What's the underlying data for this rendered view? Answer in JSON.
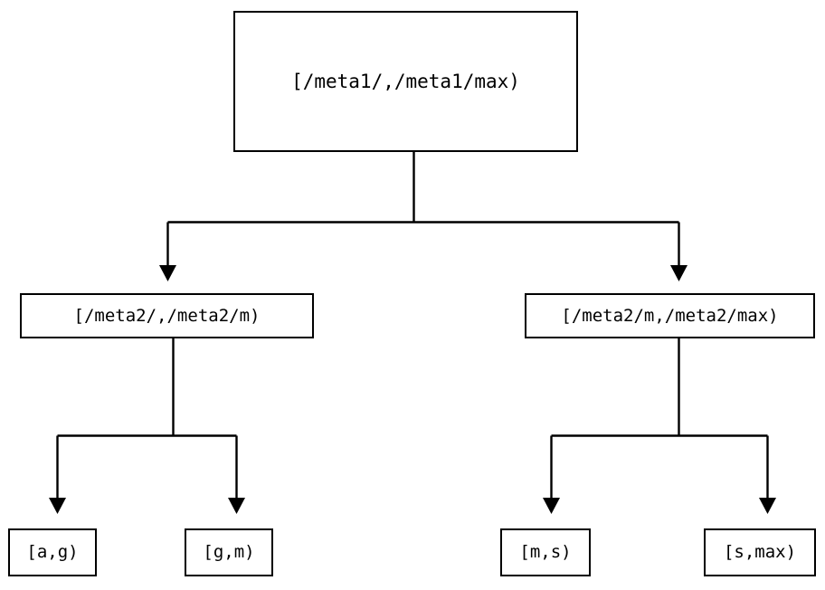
{
  "diagram": {
    "title": "interval-partition-tree",
    "background_color": "#ffffff",
    "stroke_color": "#000000",
    "nodes": {
      "root": {
        "label": "[/meta1/,/meta1/max)",
        "level": 0
      },
      "mid_left": {
        "label": "[/meta2/,/meta2/m)",
        "level": 1
      },
      "mid_right": {
        "label": "[/meta2/m,/meta2/max)",
        "level": 1
      },
      "leaf_1": {
        "label": "[a,g)",
        "level": 2
      },
      "leaf_2": {
        "label": "[g,m)",
        "level": 2
      },
      "leaf_3": {
        "label": "[m,s)",
        "level": 2
      },
      "leaf_4": {
        "label": "[s,max)",
        "level": 2
      }
    },
    "edges": [
      {
        "from": "root",
        "to": "mid_left",
        "arrow": "down-triangle"
      },
      {
        "from": "root",
        "to": "mid_right",
        "arrow": "down-triangle"
      },
      {
        "from": "mid_left",
        "to": "leaf_1",
        "arrow": "down-triangle"
      },
      {
        "from": "mid_left",
        "to": "leaf_2",
        "arrow": "down-triangle"
      },
      {
        "from": "mid_right",
        "to": "leaf_3",
        "arrow": "down-triangle"
      },
      {
        "from": "mid_right",
        "to": "leaf_4",
        "arrow": "down-triangle"
      }
    ]
  }
}
